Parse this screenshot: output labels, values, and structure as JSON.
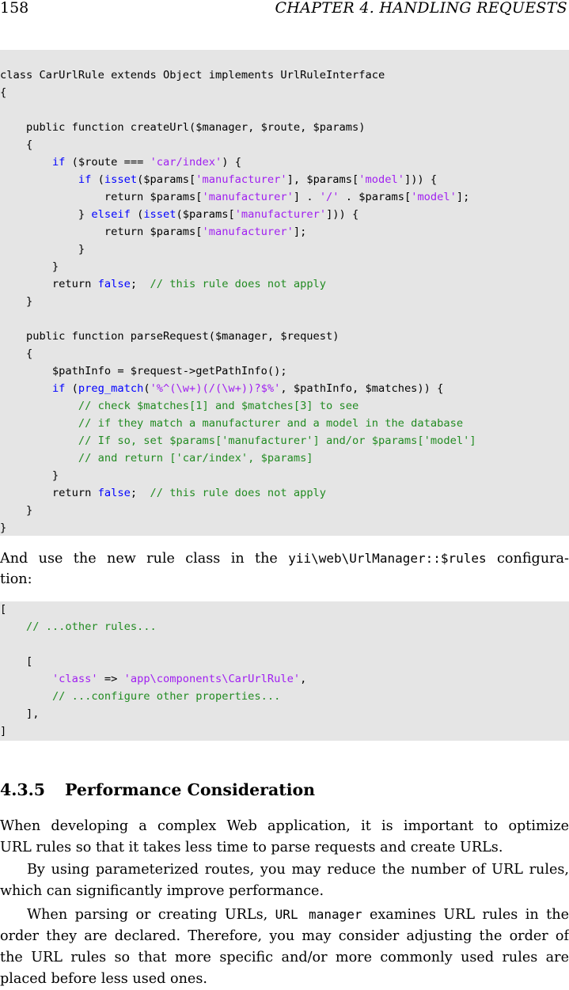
{
  "header": {
    "page_number": "158",
    "chapter": "CHAPTER 4.  HANDLING REQUESTS"
  },
  "code1": [
    [
      [
        "t",
        "class CarUrlRule extends Object implements UrlRuleInterface"
      ]
    ],
    [
      [
        "t",
        "{"
      ]
    ],
    [],
    [
      [
        "t",
        "    public function createUrl($manager, $route, $params)"
      ]
    ],
    [
      [
        "t",
        "    {"
      ]
    ],
    [
      [
        "t",
        "        "
      ],
      [
        "k",
        "if"
      ],
      [
        "t",
        " ($route === "
      ],
      [
        "s",
        "'car/index'"
      ],
      [
        "t",
        ") {"
      ]
    ],
    [
      [
        "t",
        "            "
      ],
      [
        "k",
        "if"
      ],
      [
        "t",
        " ("
      ],
      [
        "f",
        "isset"
      ],
      [
        "t",
        "($params["
      ],
      [
        "s",
        "'manufacturer'"
      ],
      [
        "t",
        "], $params["
      ],
      [
        "s",
        "'model'"
      ],
      [
        "t",
        "])) {"
      ]
    ],
    [
      [
        "t",
        "                return $params["
      ],
      [
        "s",
        "'manufacturer'"
      ],
      [
        "t",
        "] . "
      ],
      [
        "s",
        "'/'"
      ],
      [
        "t",
        " . $params["
      ],
      [
        "s",
        "'model'"
      ],
      [
        "t",
        "];"
      ]
    ],
    [
      [
        "t",
        "            } "
      ],
      [
        "k",
        "elseif"
      ],
      [
        "t",
        " ("
      ],
      [
        "f",
        "isset"
      ],
      [
        "t",
        "($params["
      ],
      [
        "s",
        "'manufacturer'"
      ],
      [
        "t",
        "])) {"
      ]
    ],
    [
      [
        "t",
        "                return $params["
      ],
      [
        "s",
        "'manufacturer'"
      ],
      [
        "t",
        "];"
      ]
    ],
    [
      [
        "t",
        "            }"
      ]
    ],
    [
      [
        "t",
        "        }"
      ]
    ],
    [
      [
        "t",
        "        return "
      ],
      [
        "k",
        "false"
      ],
      [
        "t",
        ";  "
      ],
      [
        "c",
        "// this rule does not apply"
      ]
    ],
    [
      [
        "t",
        "    }"
      ]
    ],
    [],
    [
      [
        "t",
        "    public function parseRequest($manager, $request)"
      ]
    ],
    [
      [
        "t",
        "    {"
      ]
    ],
    [
      [
        "t",
        "        $pathInfo = $request->getPathInfo();"
      ]
    ],
    [
      [
        "t",
        "        "
      ],
      [
        "k",
        "if"
      ],
      [
        "t",
        " ("
      ],
      [
        "f",
        "preg_match"
      ],
      [
        "t",
        "("
      ],
      [
        "s",
        "'%^(\\w+)(/(\\w+))?$%'"
      ],
      [
        "t",
        ", $pathInfo, $matches)) {"
      ]
    ],
    [
      [
        "t",
        "            "
      ],
      [
        "c",
        "// check $matches[1] and $matches[3] to see"
      ]
    ],
    [
      [
        "t",
        "            "
      ],
      [
        "c",
        "// if they match a manufacturer and a model in the database"
      ]
    ],
    [
      [
        "t",
        "            "
      ],
      [
        "c",
        "// If so, set $params['manufacturer'] and/or $params['model']"
      ]
    ],
    [
      [
        "t",
        "            "
      ],
      [
        "c",
        "// and return ['car/index', $params]"
      ]
    ],
    [
      [
        "t",
        "        }"
      ]
    ],
    [
      [
        "t",
        "        return "
      ],
      [
        "k",
        "false"
      ],
      [
        "t",
        ";  "
      ],
      [
        "c",
        "// this rule does not apply"
      ]
    ],
    [
      [
        "t",
        "    }"
      ]
    ],
    [
      [
        "t",
        "}"
      ]
    ]
  ],
  "para1": {
    "before": "And use the new rule class in the ",
    "code": "yii\\web\\UrlManager::$rules",
    "after": " configura-",
    "line2": "tion:"
  },
  "code2": [
    [
      [
        "t",
        "["
      ]
    ],
    [
      [
        "t",
        "    "
      ],
      [
        "c",
        "// ...other rules..."
      ]
    ],
    [],
    [
      [
        "t",
        "    ["
      ]
    ],
    [
      [
        "t",
        "        "
      ],
      [
        "s",
        "'class'"
      ],
      [
        "t",
        " => "
      ],
      [
        "s",
        "'app\\components\\CarUrlRule'"
      ],
      [
        "t",
        ","
      ]
    ],
    [
      [
        "t",
        "        "
      ],
      [
        "c",
        "// ...configure other properties..."
      ]
    ],
    [
      [
        "t",
        "    ],"
      ]
    ],
    [
      [
        "t",
        "]"
      ]
    ]
  ],
  "section": {
    "number": "4.3.5",
    "title": "Performance Consideration"
  },
  "body": {
    "p1_l1": "When developing a complex Web application, it is important to optimize",
    "p1_l2": "URL rules so that it takes less time to parse requests and create URLs.",
    "p2_l1": "By using parameterized routes, you may reduce the number of URL rules,",
    "p2_l2": "which can significantly improve performance.",
    "p3_l1_before": "When parsing or creating URLs, ",
    "p3_l1_code": "URL manager",
    "p3_l1_after": " examines URL rules in the",
    "p3_l2": "order they are declared. Therefore, you may consider adjusting the order of",
    "p3_l3": "the URL rules so that more specific and/or more commonly used rules are",
    "p3_l4": "placed before less used ones."
  }
}
